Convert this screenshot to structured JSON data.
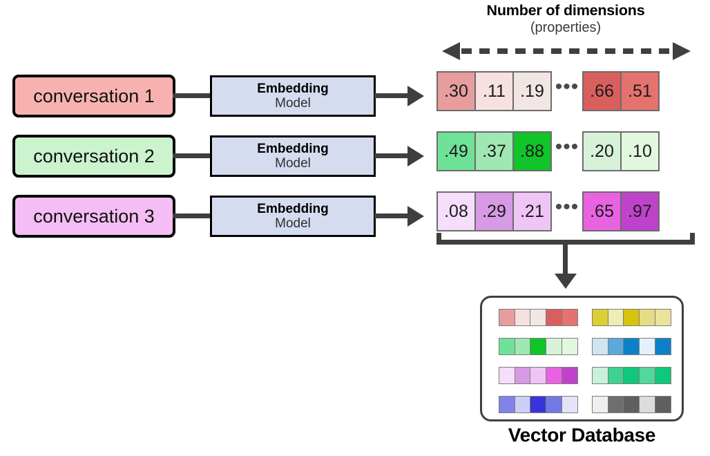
{
  "header": {
    "title": "Number of dimensions",
    "subtitle": "(properties)",
    "arrow_icon": "double-headed-dashed-arrow"
  },
  "rows": [
    {
      "conversation_label": "conversation 1",
      "conversation_fill": "#f7b2b0",
      "model_title": "Embedding",
      "model_subtitle": "Model",
      "model_fill": "#d6dcf0",
      "ellipsis": "•••",
      "vector_left": [
        {
          "value": ".30",
          "fill": "#e79d9d"
        },
        {
          "value": ".11",
          "fill": "#f6e0e0"
        },
        {
          "value": ".19",
          "fill": "#f2e6e4"
        }
      ],
      "vector_right": [
        {
          "value": ".66",
          "fill": "#d95f5f"
        },
        {
          "value": ".51",
          "fill": "#e4736f"
        }
      ]
    },
    {
      "conversation_label": "conversation 2",
      "conversation_fill": "#caf3ce",
      "model_title": "Embedding",
      "model_subtitle": "Model",
      "model_fill": "#d6dcf0",
      "ellipsis": "•••",
      "vector_left": [
        {
          "value": ".49",
          "fill": "#6ee397"
        },
        {
          "value": ".37",
          "fill": "#9fe8b4"
        },
        {
          "value": ".88",
          "fill": "#11c42a"
        }
      ],
      "vector_right": [
        {
          "value": ".20",
          "fill": "#d8f2d9"
        },
        {
          "value": ".10",
          "fill": "#e3f7df"
        }
      ]
    },
    {
      "conversation_label": "conversation 3",
      "conversation_fill": "#f4bdf4",
      "model_title": "Embedding",
      "model_subtitle": "Model",
      "model_fill": "#d6dcf0",
      "ellipsis": "•••",
      "vector_left": [
        {
          "value": ".08",
          "fill": "#f6ddfb"
        },
        {
          "value": ".29",
          "fill": "#d79ae4"
        },
        {
          "value": ".21",
          "fill": "#eec5f5"
        }
      ],
      "vector_right": [
        {
          "value": ".65",
          "fill": "#e863e0"
        },
        {
          "value": ".97",
          "fill": "#bf43ca"
        }
      ]
    }
  ],
  "database": {
    "label": "Vector Database",
    "bands": [
      {
        "name": "band-red",
        "colors": [
          "#e79d9d",
          "#f6e0e0",
          "#f2e6e4",
          "#d95f5f",
          "#e4736f"
        ]
      },
      {
        "name": "band-yellow",
        "colors": [
          "#dbcf35",
          "#eeedb4",
          "#d5c40c",
          "#e4dd84",
          "#e8e499"
        ]
      },
      {
        "name": "band-green",
        "colors": [
          "#6ee397",
          "#9fe8b4",
          "#11c42a",
          "#d8f2d9",
          "#e3f7df"
        ]
      },
      {
        "name": "band-blue",
        "colors": [
          "#cfe5f2",
          "#5aa9dd",
          "#0d80ca",
          "#e4f1fa",
          "#0d80ca"
        ]
      },
      {
        "name": "band-purple",
        "colors": [
          "#f6ddfb",
          "#d79ae4",
          "#eec5f5",
          "#e863e0",
          "#bf43ca"
        ]
      },
      {
        "name": "band-teal",
        "colors": [
          "#c9f0dc",
          "#3ed291",
          "#10c87c",
          "#54d79b",
          "#10c87c"
        ]
      },
      {
        "name": "band-indigo",
        "colors": [
          "#8084e8",
          "#ccd0f4",
          "#3933db",
          "#7179e5",
          "#e3e4f8"
        ]
      },
      {
        "name": "band-gray",
        "colors": [
          "#efefef",
          "#6e6e6e",
          "#5f5f5f",
          "#dcdcdc",
          "#5f5f5f"
        ]
      }
    ]
  }
}
